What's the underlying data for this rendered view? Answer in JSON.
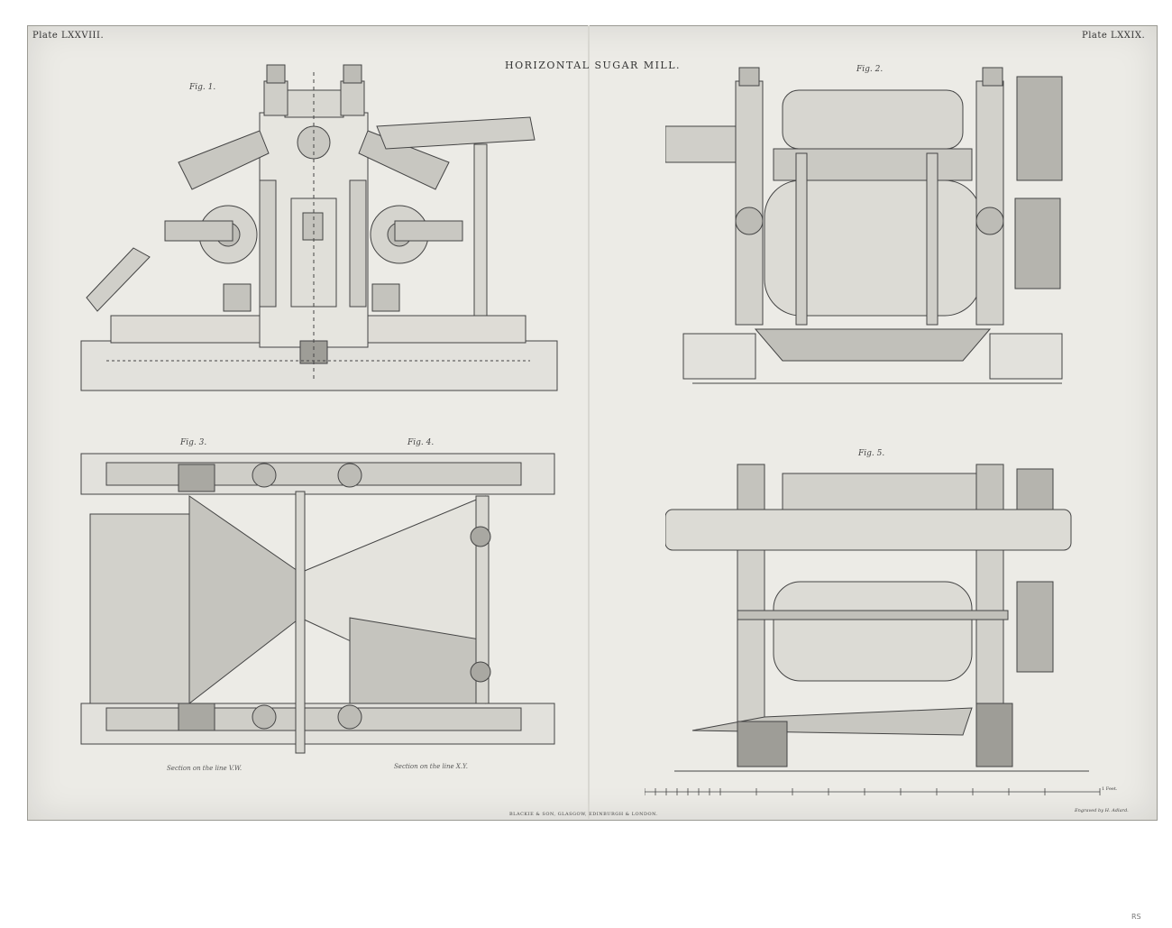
{
  "plate": {
    "left_number": "Plate LXXVIII.",
    "right_number": "Plate LXXIX.",
    "title": "HORIZONTAL SUGAR MILL."
  },
  "figures": {
    "fig1": "Fig. 1.",
    "fig2": "Fig. 2.",
    "fig3": "Fig. 3.",
    "fig4": "Fig. 4.",
    "fig5": "Fig. 5."
  },
  "captions": {
    "fig3": "Section on the line V.W.",
    "fig4": "Section on the line X.Y."
  },
  "credits": {
    "publisher": "BLACKIE & SON, GLASGOW, EDINBURGH & LONDON.",
    "engraver": "Engraved by H. Adlard.",
    "scale_end": "1 Feet."
  },
  "colors": {
    "paper": "#ecebe6",
    "ink": "#333333",
    "shade": "#b9b8b2"
  },
  "stamp": "RS"
}
